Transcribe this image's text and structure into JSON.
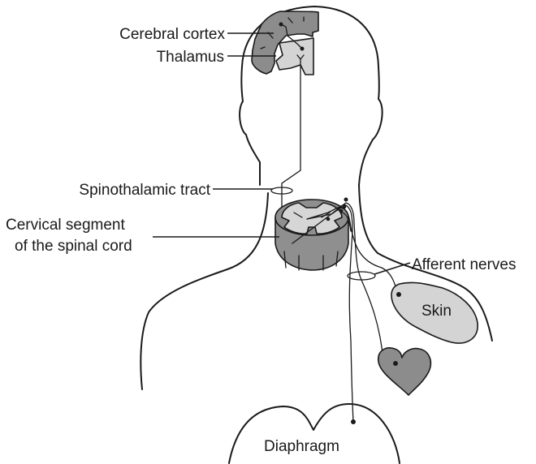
{
  "colors": {
    "ink": "#1a1a1a",
    "cortex": "#8c8c8c",
    "thalamus": "#d4d4d4",
    "cord_dark": "#8f8f8f",
    "cord_light": "#d6d6d6",
    "skin": "#d4d4d4",
    "heart": "#8c8c8c"
  },
  "labels": {
    "cerebral_cortex": "Cerebral cortex",
    "thalamus": "Thalamus",
    "spinothalamic_tract": "Spinothalamic tract",
    "cervical_segment_line1": "Cervical segment",
    "cervical_segment_line2": "of the spinal cord",
    "afferent_nerves": "Afferent nerves",
    "skin": "Skin",
    "diaphragm": "Diaphragm"
  }
}
